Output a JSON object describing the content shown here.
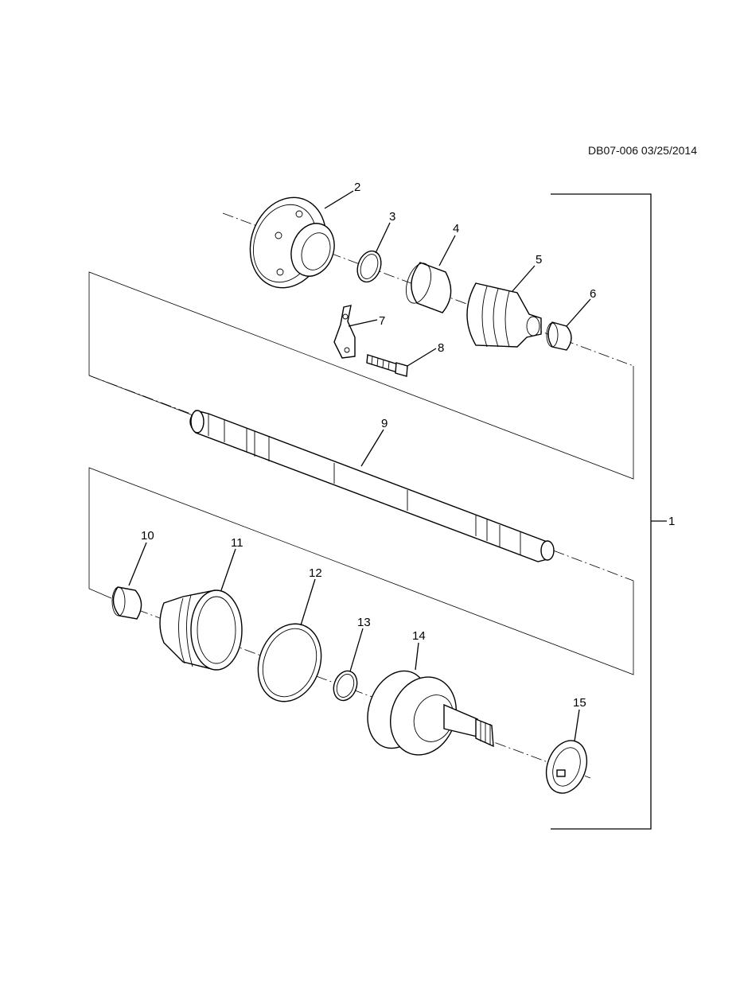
{
  "reference": "DB07-006 03/25/2014",
  "callouts": [
    {
      "id": "c1",
      "label": "1"
    },
    {
      "id": "c2",
      "label": "2"
    },
    {
      "id": "c3",
      "label": "3"
    },
    {
      "id": "c4",
      "label": "4"
    },
    {
      "id": "c5",
      "label": "5"
    },
    {
      "id": "c6",
      "label": "6"
    },
    {
      "id": "c7",
      "label": "7"
    },
    {
      "id": "c8",
      "label": "8"
    },
    {
      "id": "c9",
      "label": "9"
    },
    {
      "id": "c10",
      "label": "10"
    },
    {
      "id": "c11",
      "label": "11"
    },
    {
      "id": "c12",
      "label": "12"
    },
    {
      "id": "c13",
      "label": "13"
    },
    {
      "id": "c14",
      "label": "14"
    },
    {
      "id": "c15",
      "label": "15"
    }
  ]
}
